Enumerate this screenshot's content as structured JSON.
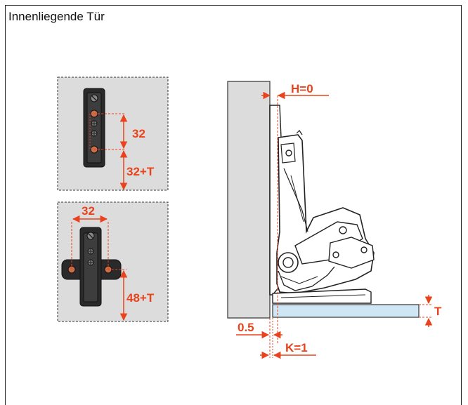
{
  "title": "Innenliegende Tür",
  "labels": {
    "top_hole_spacing": "32",
    "top_offset": "32+T",
    "bottom_hole_spacing": "32",
    "bottom_offset": "48+T",
    "h": "H=0",
    "t": "T",
    "gap": "0.5",
    "k": "K=1"
  },
  "colors": {
    "accent": "#e8431c",
    "panel": "#dcdcdc",
    "door": "#cfe7f5",
    "outline": "#222222"
  }
}
